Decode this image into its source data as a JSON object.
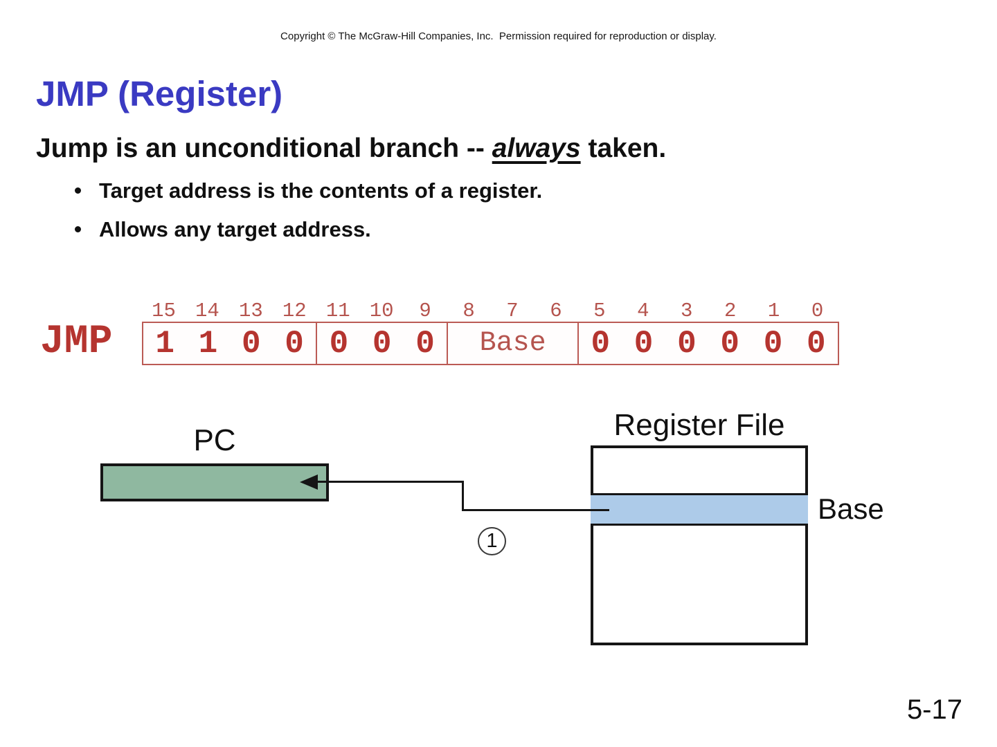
{
  "page": {
    "copyright": "Copyright © The McGraw-Hill Companies, Inc.  Permission required for reproduction or display.",
    "title": "JMP (Register)",
    "page_number": "5-17"
  },
  "body": {
    "heading_pre": "Jump is an unconditional branch -- ",
    "heading_emphasis": "always",
    "heading_post": " taken.",
    "bullets": [
      "Target address is the contents of a register.",
      "Allows any target address."
    ]
  },
  "encoding": {
    "mnemonic": "JMP",
    "bit_numbers": [
      "15",
      "14",
      "13",
      "12",
      "11",
      "10",
      "9",
      "8",
      "7",
      "6",
      "5",
      "4",
      "3",
      "2",
      "1",
      "0"
    ],
    "fields": [
      {
        "bits": 4,
        "cells": [
          "1",
          "1",
          "0",
          "0"
        ],
        "label": ""
      },
      {
        "bits": 3,
        "cells": [
          "0",
          "0",
          "0"
        ],
        "label": ""
      },
      {
        "bits": 3,
        "cells": [],
        "label": "Base"
      },
      {
        "bits": 6,
        "cells": [
          "0",
          "0",
          "0",
          "0",
          "0",
          "0"
        ],
        "label": ""
      }
    ]
  },
  "diagram": {
    "pc_label": "PC",
    "register_file_label": "Register File",
    "base_label": "Base",
    "step_label": "1"
  },
  "colors": {
    "title_blue": "#3a3ac2",
    "encoding_red": "#b5342f",
    "encoding_red_light": "#b5544e",
    "encoding_border": "#bb5a54",
    "pc_green": "#8fb8a0",
    "row_blue": "#adcbe9"
  }
}
